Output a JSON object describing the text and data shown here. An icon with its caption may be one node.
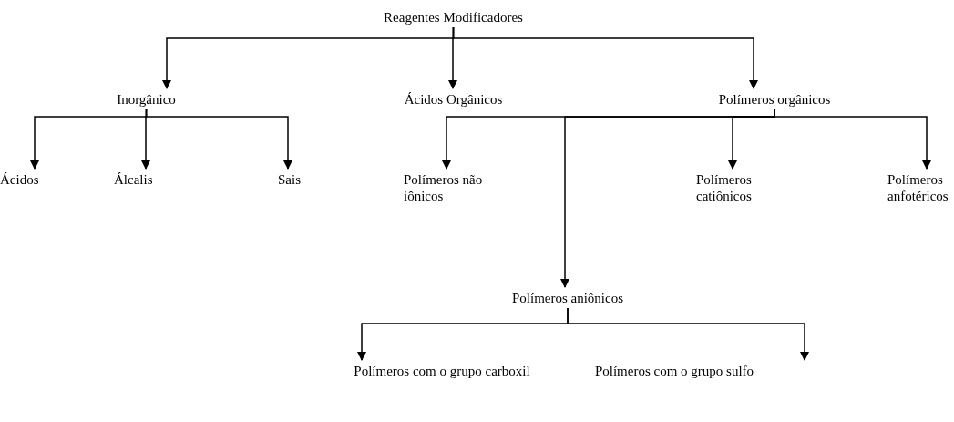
{
  "diagram": {
    "nodes": [
      {
        "text": [
          "Reagentes Modificadores"
        ]
      },
      {
        "text": [
          "Inorgânico"
        ]
      },
      {
        "text": [
          "Ácidos Orgânicos"
        ]
      },
      {
        "text": [
          "Polímeros orgânicos"
        ]
      },
      {
        "text": [
          "Ácidos"
        ]
      },
      {
        "text": [
          "Álcalis"
        ]
      },
      {
        "text": [
          "Sais"
        ]
      },
      {
        "text": [
          "Polímeros não iônicos"
        ]
      },
      {
        "text": [
          "Polímeros catiônicos"
        ]
      },
      {
        "text": [
          "Polímeros anfotéricos"
        ]
      },
      {
        "text": [
          "Polímeros aniônicos"
        ]
      },
      {
        "text": [
          "Polímeros com o grupo carboxil"
        ]
      },
      {
        "text": [
          "Polímeros com o grupo sulfo"
        ]
      }
    ],
    "edges": [
      {
        "from": 0,
        "to": 1,
        "arrow": "to"
      },
      {
        "from": 0,
        "to": 2,
        "arrow": "to"
      },
      {
        "from": 0,
        "to": 3,
        "arrow": "to"
      },
      {
        "from": 1,
        "to": 4,
        "arrow": "to"
      },
      {
        "from": 1,
        "to": 5,
        "arrow": "to"
      },
      {
        "from": 1,
        "to": 6,
        "arrow": "to"
      },
      {
        "from": 3,
        "to": 7,
        "arrow": "to"
      },
      {
        "from": 3,
        "to": 8,
        "arrow": "to"
      },
      {
        "from": 3,
        "to": 9,
        "arrow": "to"
      },
      {
        "from": 3,
        "to": 10,
        "arrow": "to"
      },
      {
        "from": 10,
        "to": 11,
        "arrow": "to"
      },
      {
        "from": 10,
        "to": 12,
        "arrow": "to"
      }
    ]
  }
}
